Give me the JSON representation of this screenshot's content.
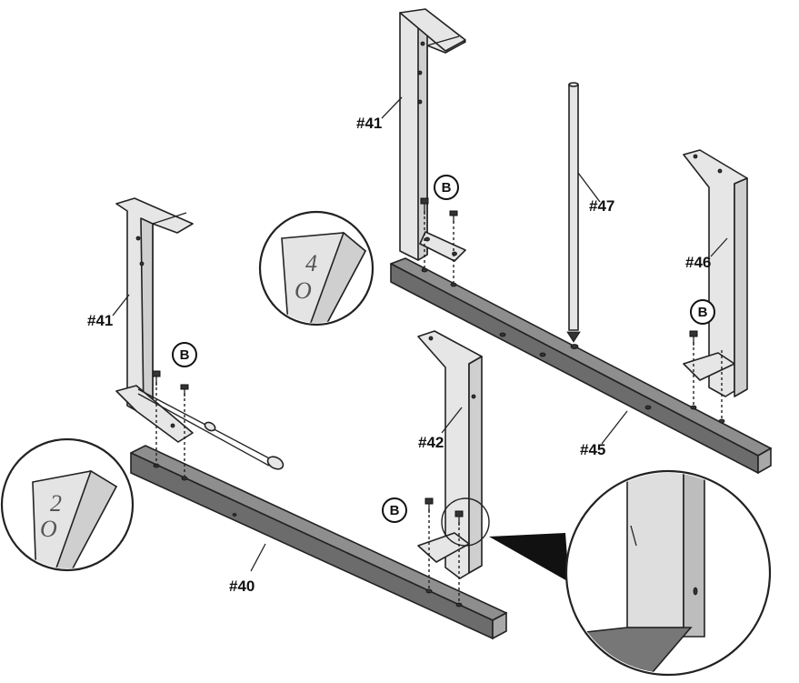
{
  "labels": {
    "upper_left_post": "#41",
    "left_post": "#41",
    "center_post": "#42",
    "right_post": "#46",
    "rod": "#47",
    "front_beam": "#40",
    "back_beam": "#45"
  },
  "callouts": {
    "screw_back_left": "B",
    "screw_back_right": "B",
    "screw_left": "B",
    "screw_center": "B"
  },
  "detail_views": {
    "left_stamp_top": "2",
    "left_stamp_bottom": "O",
    "upper_stamp_top": "4",
    "upper_stamp_bottom": "O"
  }
}
